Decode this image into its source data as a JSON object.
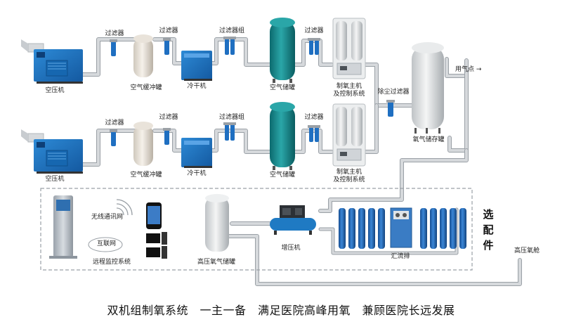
{
  "title": "双机组制氧系统　一主一备　满足医院高峰用氧　兼顾医院长远发展",
  "labels": {
    "filter": "过滤器",
    "filter_group": "过滤器组",
    "compressor": "空压机",
    "buffer_tank": "空气缓冲罐",
    "dryer": "冷干机",
    "air_tank": "空气储罐",
    "generator_line1": "制氧主机",
    "generator_line2": "及控制系统",
    "dust_filter": "除尘过滤器",
    "oxygen_tank": "氧气储存罐",
    "use_point": "用气点 →",
    "wireless": "无线通讯网",
    "internet": "互联网",
    "remote": "远程监控系统",
    "hp_tank": "高压氧气储罐",
    "booster": "增压机",
    "manifold": "汇流排",
    "hp_chamber": "高压氧舱"
  },
  "optional": [
    "选",
    "配",
    "件"
  ],
  "colors": {
    "pipe": "#c8ccd0",
    "pipe_edge": "#9aa0a6",
    "filter": "#1f6fc1",
    "compressor": "#1a6fb8",
    "dryer": "#1b78c9",
    "air_tank": "#14858a",
    "cylinder": "#1f66b5",
    "dash": "#9aa0a6"
  }
}
